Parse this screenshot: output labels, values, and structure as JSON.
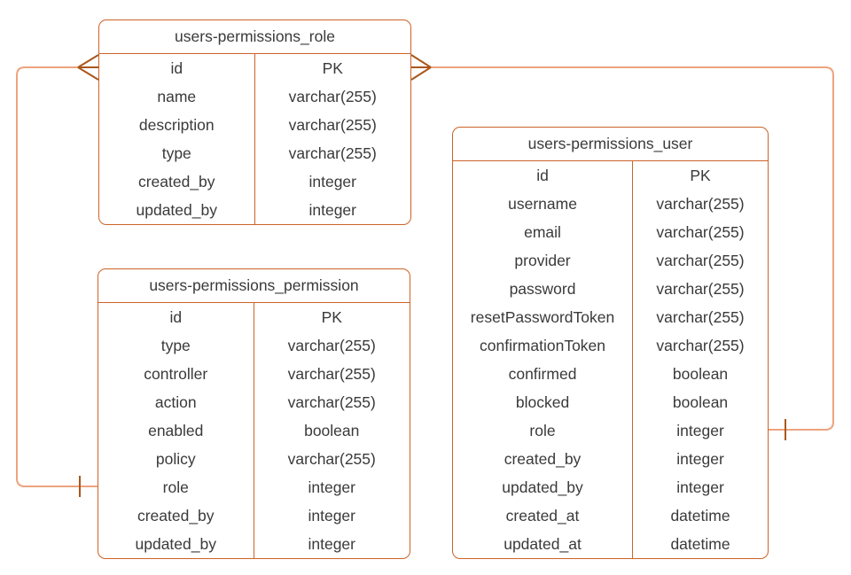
{
  "diagram": {
    "colors": {
      "table_border": "#cc6328",
      "connector_line": "#eca47e",
      "connector_marker": "#a9571b",
      "text": "#3a3a3a",
      "background": "#ffffff"
    },
    "tables": [
      {
        "title": "users-permissions_role",
        "fields": [
          {
            "name": "id",
            "type": "PK"
          },
          {
            "name": "name",
            "type": "varchar(255)"
          },
          {
            "name": "description",
            "type": "varchar(255)"
          },
          {
            "name": "type",
            "type": "varchar(255)"
          },
          {
            "name": "created_by",
            "type": "integer"
          },
          {
            "name": "updated_by",
            "type": "integer"
          }
        ]
      },
      {
        "title": "users-permissions_permission",
        "fields": [
          {
            "name": "id",
            "type": "PK"
          },
          {
            "name": "type",
            "type": "varchar(255)"
          },
          {
            "name": "controller",
            "type": "varchar(255)"
          },
          {
            "name": "action",
            "type": "varchar(255)"
          },
          {
            "name": "enabled",
            "type": "boolean"
          },
          {
            "name": "policy",
            "type": "varchar(255)"
          },
          {
            "name": "role",
            "type": "integer"
          },
          {
            "name": "created_by",
            "type": "integer"
          },
          {
            "name": "updated_by",
            "type": "integer"
          }
        ]
      },
      {
        "title": "users-permissions_user",
        "fields": [
          {
            "name": "id",
            "type": "PK"
          },
          {
            "name": "username",
            "type": "varchar(255)"
          },
          {
            "name": "email",
            "type": "varchar(255)"
          },
          {
            "name": "provider",
            "type": "varchar(255)"
          },
          {
            "name": "password",
            "type": "varchar(255)"
          },
          {
            "name": "resetPasswordToken",
            "type": "varchar(255)"
          },
          {
            "name": "confirmationToken",
            "type": "varchar(255)"
          },
          {
            "name": "confirmed",
            "type": "boolean"
          },
          {
            "name": "blocked",
            "type": "boolean"
          },
          {
            "name": "role",
            "type": "integer"
          },
          {
            "name": "created_by",
            "type": "integer"
          },
          {
            "name": "updated_by",
            "type": "integer"
          },
          {
            "name": "created_at",
            "type": "datetime"
          },
          {
            "name": "updated_at",
            "type": "datetime"
          }
        ]
      }
    ],
    "relationships": [
      {
        "from": "users-permissions_role",
        "from_cardinality": "many",
        "to": "users-permissions_permission",
        "to_field": "role",
        "to_cardinality": "one"
      },
      {
        "from": "users-permissions_role",
        "from_cardinality": "many",
        "to": "users-permissions_user",
        "to_field": "role",
        "to_cardinality": "one"
      }
    ]
  }
}
